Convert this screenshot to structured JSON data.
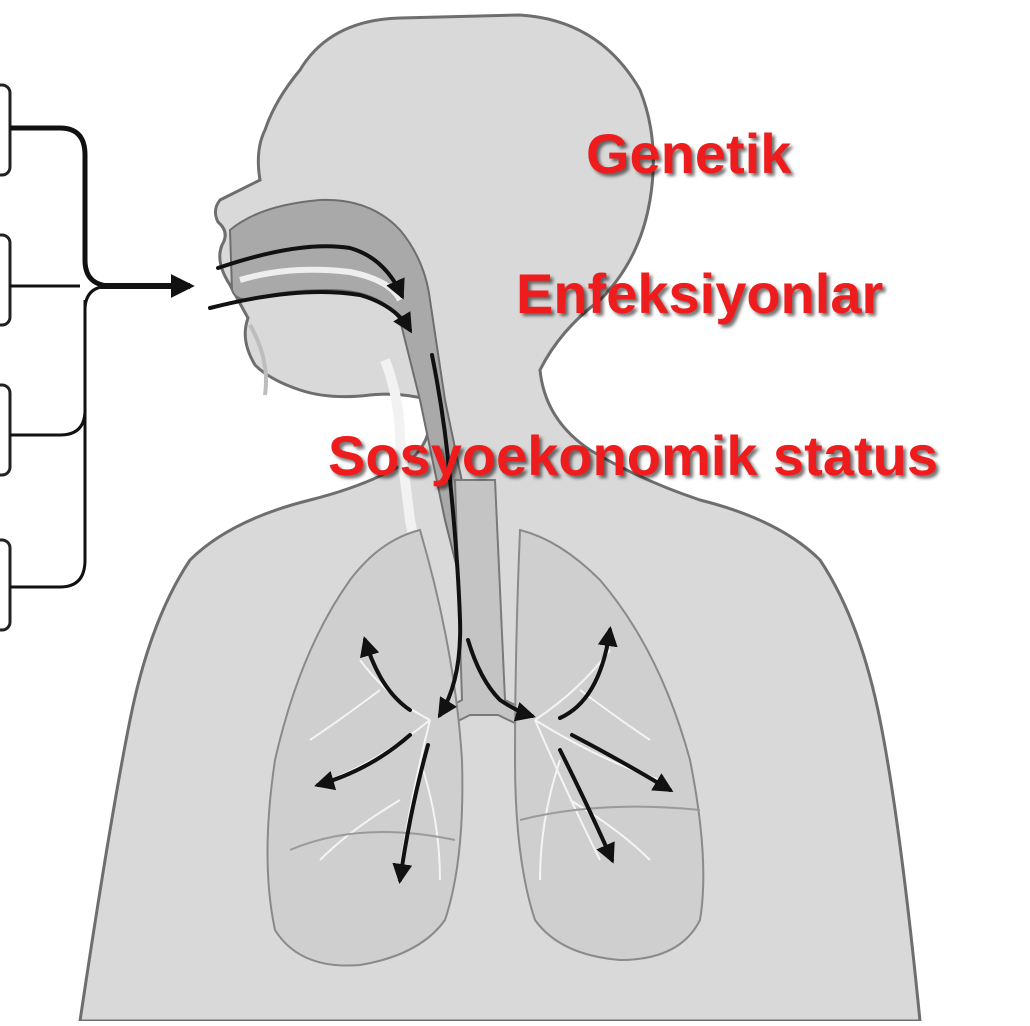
{
  "labels": {
    "genetik": "Genetik",
    "enfeksiyonlar": "Enfeksiyonlar",
    "sosyoekonomik": "Sosyoekonomik status"
  },
  "colors": {
    "label_text": "#ee1c1c",
    "body_fill": "#d9d9d9",
    "body_stroke": "#6e6e6e",
    "airway_fill": "#a9a9a9",
    "lung_fill": "#cfcfcf",
    "arrow": "#111111",
    "background": "#ffffff"
  },
  "icons": {
    "body": "human-respiratory-system-silhouette",
    "arrows": "airflow-arrows"
  }
}
